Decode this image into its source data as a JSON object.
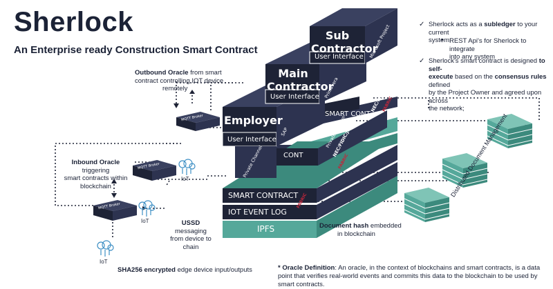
{
  "header": {
    "title": "Sherlock",
    "subtitle": "An Enterprise ready Construction Smart Contract"
  },
  "bullets": {
    "b1_pre": "Sherlock acts as a ",
    "b1_bold": "subledger",
    "b1_post": " to your current",
    "b1_line2": "system:",
    "b1_sub1": "REST Api's for Sherlock to integrate",
    "b1_sub2": "into any system",
    "b2_pre": "Sherlock's smart contract is designed ",
    "b2_bold": "to self-",
    "b2_bold2": "execute",
    "b2_mid": " based on the ",
    "b2_bold3": "consensus rules",
    "b2_post": " defined",
    "b2_line3": "by the Project Owner and agreed upon across",
    "b2_line4": "the network;"
  },
  "labels": {
    "outbound_bold": "Outbound Oracle",
    "outbound_rest1": " from smart",
    "outbound_line2": "contract controlling IOT device",
    "outbound_line3": "remotely",
    "inbound_bold": "Inbound Oracle",
    "inbound_rest1": " triggering",
    "inbound_line2": "smart contracts within",
    "inbound_line3": "blockchain",
    "ussd_bold": "USSD",
    "ussd_rest1": " messaging",
    "ussd_line2": "from device to",
    "ussd_line3": "chain",
    "dochash_bold": "Document hash",
    "dochash_rest": " embedded",
    "dochash_line2": "in blockchain",
    "sha_bold": "SHA256 encrypted",
    "sha_rest": " edge device input/outputs",
    "ddm": "Distributed Document Management"
  },
  "stack": {
    "sub_title1": "Sub",
    "sub_title2": "Contractor",
    "main_title1": "Main",
    "main_title2": "Contractor",
    "employer": "Employer",
    "ui": "User Interface",
    "microsoft": "Microsoft Project",
    "primavera": "Primavera",
    "sap": "SAP",
    "private_channel": "Private Channel",
    "nec": "NEC/FIDIC/JBCC",
    "fabric": "FABRIC",
    "smart_contract": "SMART CONTRACT",
    "smart_contract_partial": "SMART CONT",
    "contract_partial1": "CONT",
    "contract_partial2": "CONTRACT",
    "iot_event_log": "IOT EVENT LOG",
    "iot_event_partial": "IOT EVENT LOG",
    "ipfs": "IPFS"
  },
  "devices": {
    "broker": "MQTT Broker",
    "iot": "IoT"
  },
  "footer": {
    "def_bold": "* Oracle Definition",
    "def_text": ": An oracle, in the context of blockchains and smart contracts, is a data point that verifies real-world events and commits this data to the blockchain to be used by smart contracts."
  },
  "colors": {
    "navy": "#1e2336",
    "navy_side": "#2d3350",
    "teal": "#55a89a",
    "teal_light": "#7fc4b6",
    "teal_dark": "#3c8a7d",
    "fabric_red": "#c2263a",
    "text": "#1b2236"
  },
  "icons": [
    "check-icon",
    "bullet-dot-icon",
    "iot-cloud-icon",
    "triangle-arrow-icon"
  ]
}
